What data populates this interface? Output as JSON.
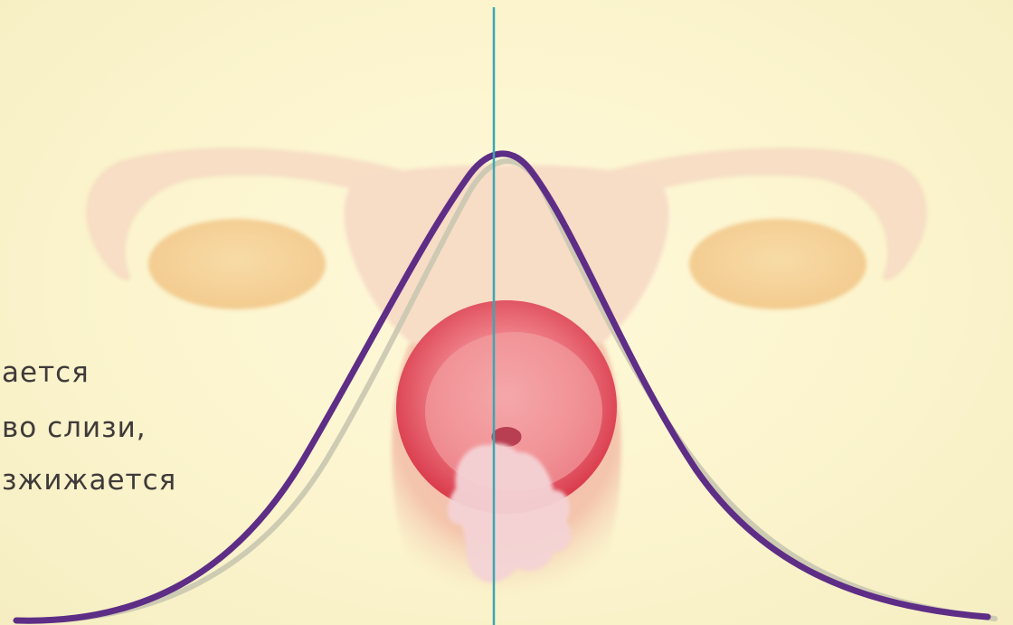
{
  "caption": {
    "lines": [
      "ается",
      "во слизи,",
      "зжижается"
    ]
  },
  "colors": {
    "background": "#fcf6cf",
    "uterus": "#f7dcc0",
    "ovary": "#f6d39c",
    "vagina": "#e98a92",
    "cervix_ring": "#e7454f",
    "curve_primary": "#5e2d86",
    "curve_secondary": "#bdbca8",
    "center_line": "#3aa7b3",
    "caption_text": "#3f3a3a"
  },
  "icons": [
    "uterus-illustration",
    "left-ovary",
    "right-ovary",
    "cervix",
    "mucus-blob"
  ]
}
